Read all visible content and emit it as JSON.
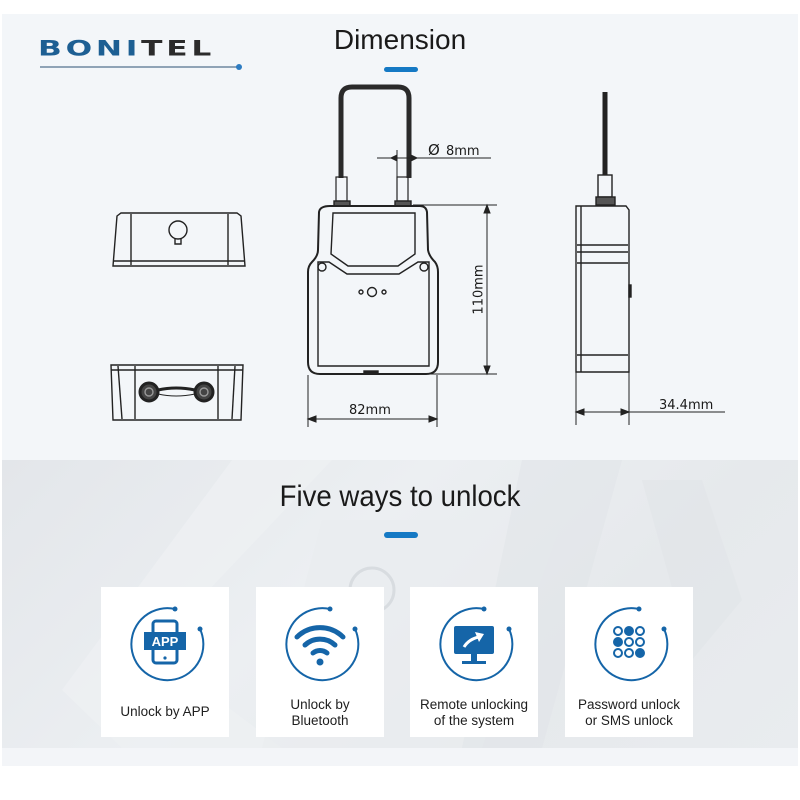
{
  "brand": {
    "name_part1": "BONI",
    "name_part2": "TEL",
    "accent_color": "#1579c4",
    "logo_blue": "#1d5f93"
  },
  "dimension_section": {
    "title": "Dimension",
    "views": [
      "top-view",
      "bottom-view",
      "front-view",
      "side-view"
    ],
    "labels": {
      "cable_diameter": "8mm",
      "diameter_symbol": "Ø",
      "height": "110mm",
      "width": "82mm",
      "depth": "34.4mm"
    }
  },
  "unlock_section": {
    "title": "Five ways to unlock",
    "cards": [
      {
        "icon": "app-phone-icon",
        "icon_text": "APP",
        "label_line1": "Unlock by APP",
        "label_line2": ""
      },
      {
        "icon": "wifi-signal-icon",
        "label_line1": "Unlock by",
        "label_line2": "Bluetooth"
      },
      {
        "icon": "remote-monitor-icon",
        "label_line1": "Remote unlocking",
        "label_line2": "of the system"
      },
      {
        "icon": "keypad-icon",
        "label_line1": "Password unlock",
        "label_line2": "or SMS unlock"
      }
    ]
  }
}
